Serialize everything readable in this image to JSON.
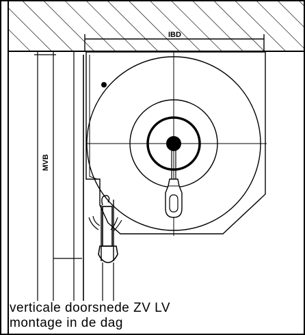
{
  "labels": {
    "ibd": "IBD",
    "mvb": "MVB"
  },
  "caption": {
    "line1": "verticale doorsnede ZV LV",
    "line2": "montage in de dag"
  },
  "colors": {
    "line": "#000000",
    "background": "#ffffff"
  }
}
